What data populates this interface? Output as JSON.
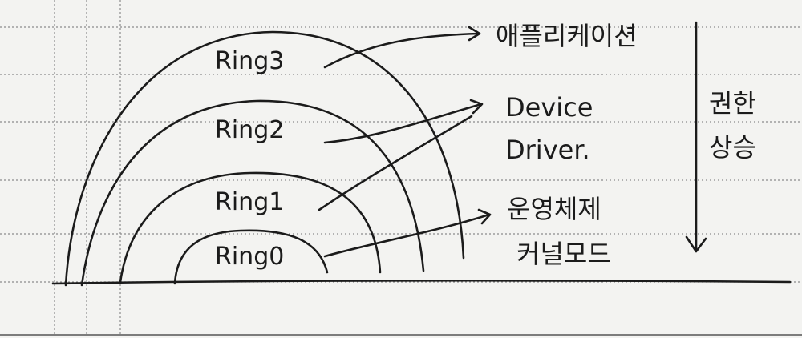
{
  "ring_labels": [
    "Ring3",
    "Ring2",
    "Ring1",
    "Ring0"
  ],
  "targets": {
    "application": "애플리케이션",
    "device_driver_line1": "Device",
    "device_driver_line2": "Driver.",
    "os_line1": "운영체제",
    "os_line2": "커널모드"
  },
  "privilege": {
    "line1": "권한",
    "line2": "상승"
  },
  "colors": {
    "ink": "#1b1b1b",
    "paper": "#f3f3f1",
    "ruled_line": "#8c8c8c"
  }
}
